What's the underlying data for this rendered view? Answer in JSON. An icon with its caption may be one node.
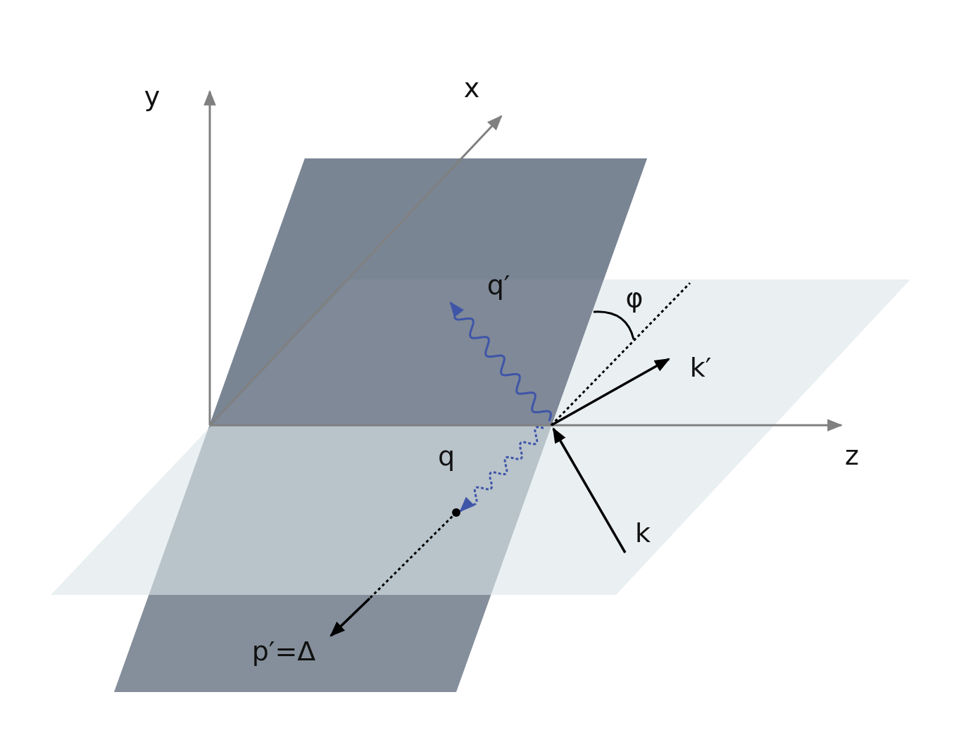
{
  "diagram": {
    "labels": [
      "y",
      "x",
      "q′",
      "φ",
      "k′",
      "q",
      "z",
      "k",
      "p′=Δ"
    ]
  }
}
